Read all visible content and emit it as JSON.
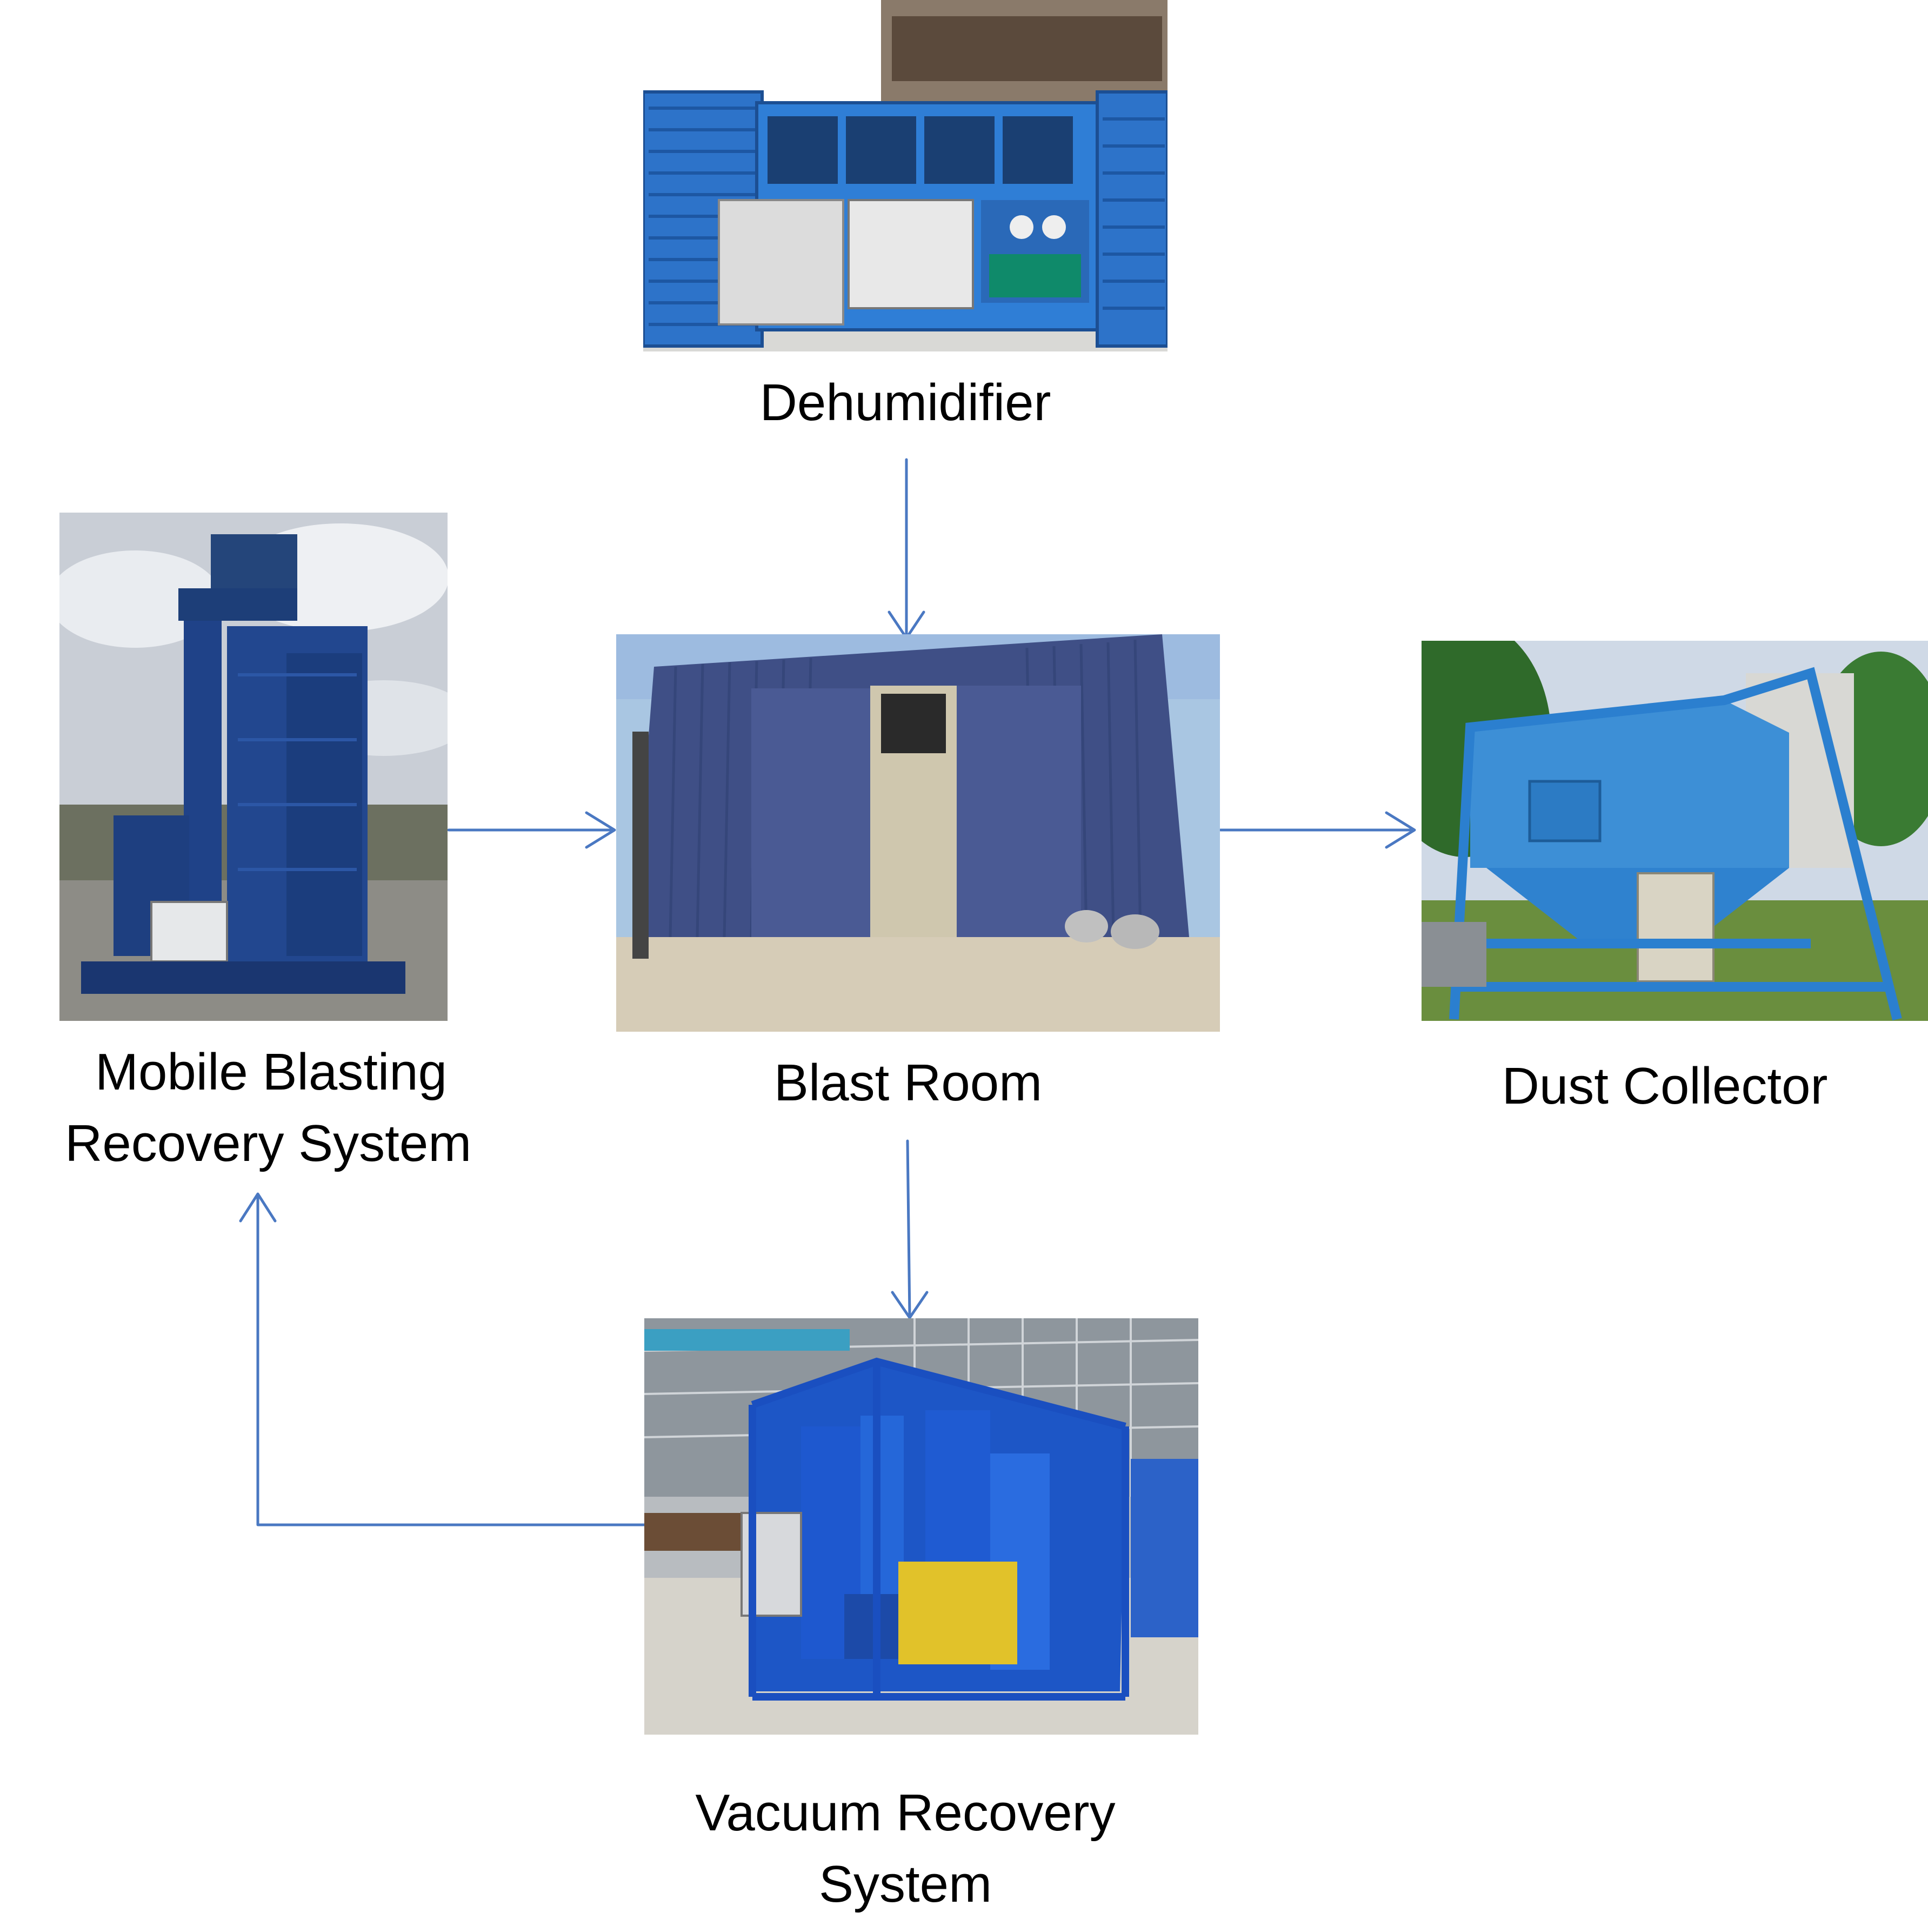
{
  "nodes": {
    "dehumidifier": {
      "label": "Dehumidifier"
    },
    "blast_room": {
      "label": "Blast Room"
    },
    "dust_collector": {
      "label": "Dust Collector"
    },
    "mobile_blasting": {
      "label_line1": "Mobile Blasting",
      "label_line2": "Recovery System"
    },
    "vacuum_recovery": {
      "label_line1": "Vacuum Recovery",
      "label_line2": "System"
    }
  },
  "edges": [
    {
      "from": "dehumidifier",
      "to": "blast_room"
    },
    {
      "from": "mobile_blasting",
      "to": "blast_room"
    },
    {
      "from": "blast_room",
      "to": "dust_collector"
    },
    {
      "from": "blast_room",
      "to": "vacuum_recovery"
    },
    {
      "from": "vacuum_recovery",
      "to": "mobile_blasting"
    }
  ],
  "colors": {
    "arrow": "#4a78c2",
    "equipment_blue": "#1f5fc8",
    "label_text": "#000000"
  }
}
